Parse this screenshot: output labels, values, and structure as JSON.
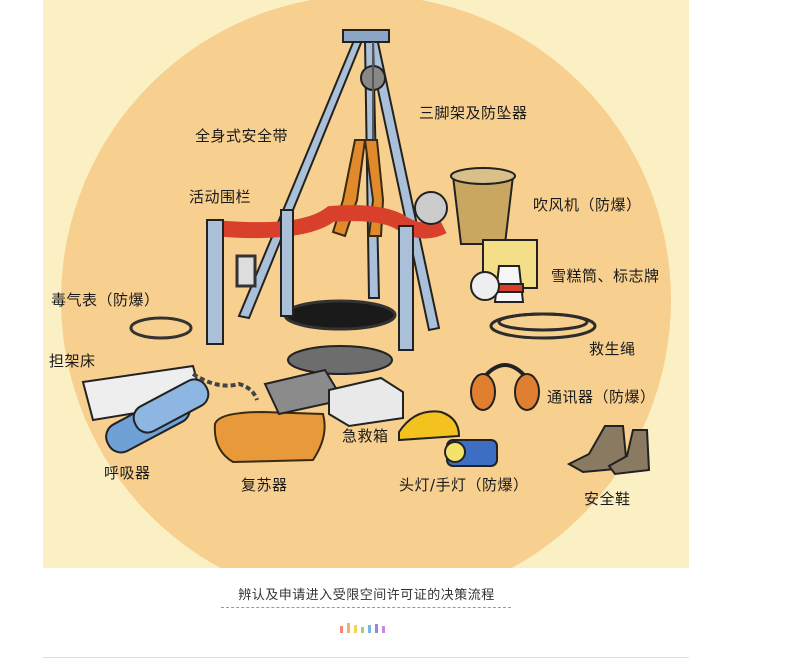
{
  "figure": {
    "labels": {
      "tripod": "三脚架及防坠器",
      "harness": "全身式安全带",
      "fence": "活动围栏",
      "blower": "吹风机（防爆）",
      "cones": "雪糕筒、标志牌",
      "gas_meter": "毒气表（防爆）",
      "rescue_rope": "救生绳",
      "stretcher": "担架床",
      "radio": "通讯器（防爆）",
      "first_aid": "急救箱",
      "respirator": "呼吸器",
      "resuscitator": "复苏器",
      "lamp": "头灯/手灯（防爆）",
      "shoes": "安全鞋"
    }
  },
  "caption": "辨认及申请进入受限空间许可证的决策流程",
  "colors": {
    "background_circle": "#f7cf8e",
    "figure_bg": "#fbf0c4",
    "fence_tape": "#d8402b",
    "tripod": "#a9c0d8",
    "harness": "#e08a2c"
  }
}
